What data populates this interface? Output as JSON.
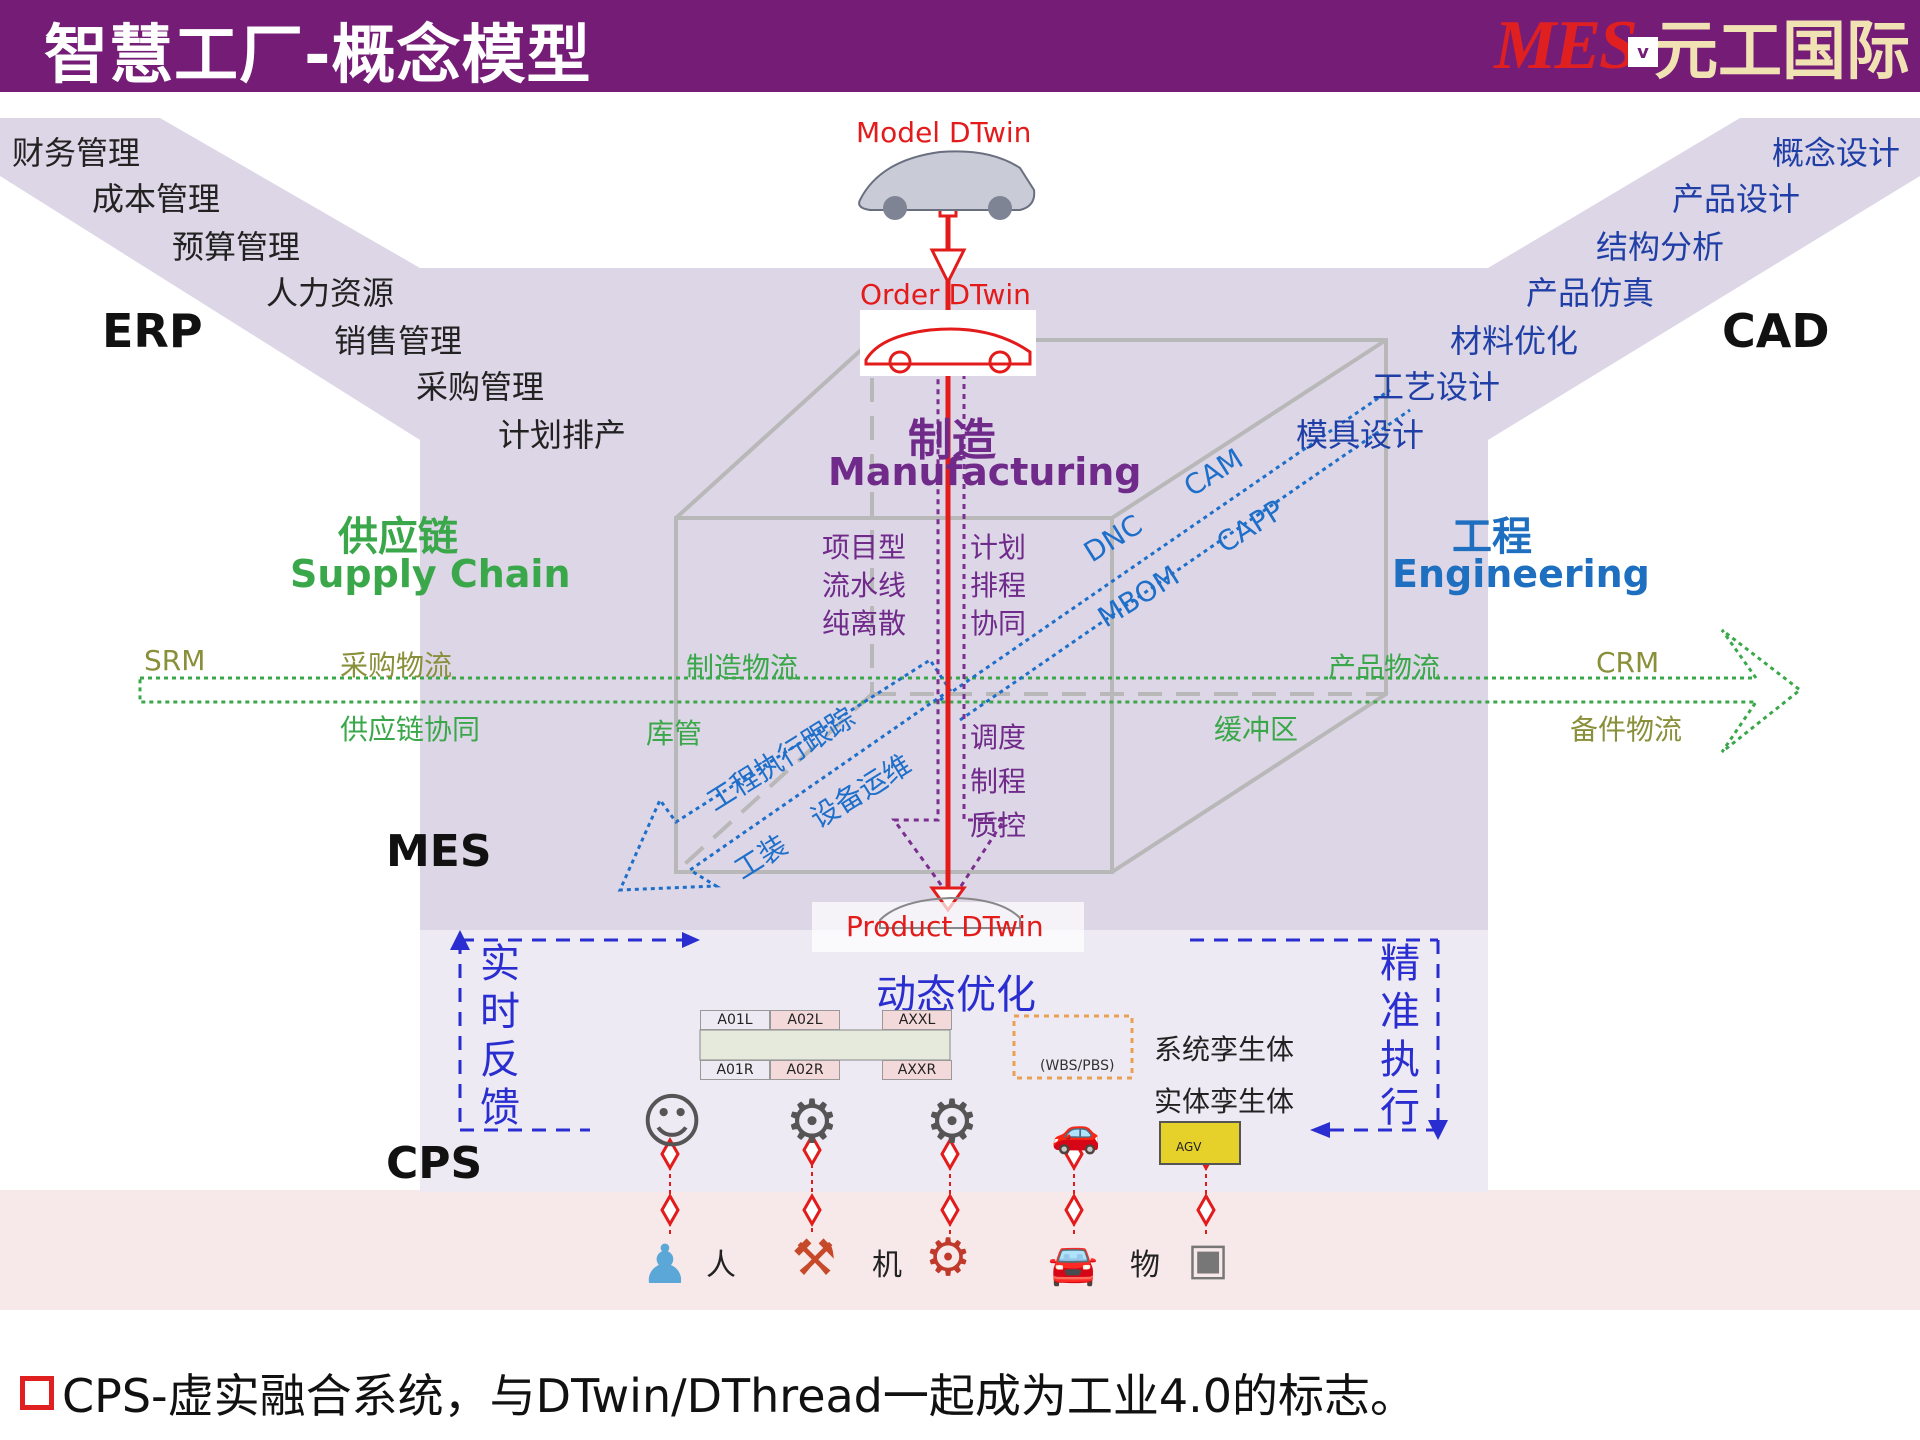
{
  "header": {
    "title": "智慧工厂-概念模型",
    "logo_mes": "MES",
    "logo_badge": "v",
    "logo_cn": "元工国际"
  },
  "erp": {
    "label": "ERP",
    "items": [
      "财务管理",
      "成本管理",
      "预算管理",
      "人力资源",
      "销售管理",
      "采购管理",
      "计划排产"
    ]
  },
  "cad": {
    "label": "CAD",
    "items": [
      "概念设计",
      "产品设计",
      "结构分析",
      "产品仿真",
      "材料优化",
      "工艺设计",
      "模具设计"
    ]
  },
  "twins": {
    "model": "Model DTwin",
    "order": "Order DTwin",
    "product": "Product DTwin"
  },
  "manufacturing": {
    "cn": "制造",
    "en": "Manufacturing",
    "left": [
      "项目型",
      "流水线",
      "纯离散"
    ],
    "right": [
      "计划",
      "排程",
      "协同"
    ],
    "lower": [
      "调度",
      "制程",
      "质控"
    ]
  },
  "supply": {
    "cn": "供应链",
    "en": "Supply Chain"
  },
  "engineering": {
    "cn": "工程",
    "en": "Engineering"
  },
  "flow": {
    "srm": "SRM",
    "crm": "CRM",
    "purchase_logistics": "采购物流",
    "mfg_logistics": "制造物流",
    "product_logistics": "产品物流",
    "supply_collab": "供应链协同",
    "inventory": "库管",
    "buffer": "缓冲区",
    "spare_logistics": "备件物流"
  },
  "diagonal": {
    "cam": "CAM",
    "dnc": "DNC",
    "capp": "CAPP",
    "mbom": "MBOM",
    "track": "工程执行跟踪",
    "maint": "设备运维",
    "tooling": "工装"
  },
  "layers": {
    "mes": "MES",
    "cps": "CPS"
  },
  "cps": {
    "dynamic": "动态优化",
    "feedback": [
      "实",
      "时",
      "反",
      "馈"
    ],
    "execute": [
      "精",
      "准",
      "执",
      "行"
    ],
    "system_twin": "系统孪生体",
    "entity_twin": "实体孪生体",
    "wbs": "(WBS/PBS)",
    "chips_top": [
      "A01L",
      "A02L",
      "AXXL"
    ],
    "chips_bottom": [
      "A01R",
      "A02R",
      "AXXR"
    ],
    "agv_tag": "AGV"
  },
  "physical": {
    "person": "人",
    "machine": "机",
    "object": "物"
  },
  "footer": {
    "text": "CPS-虚实融合系统，与DTwin/DThread一起成为工业4.0的标志。"
  },
  "colors": {
    "header": "#751c77",
    "mes_band": "#ddd6e6",
    "cps_band": "#f7e9e9",
    "twin_red": "#e31b1b",
    "supply_green": "#3aa84a",
    "engineering_blue": "#1f6fc0"
  }
}
